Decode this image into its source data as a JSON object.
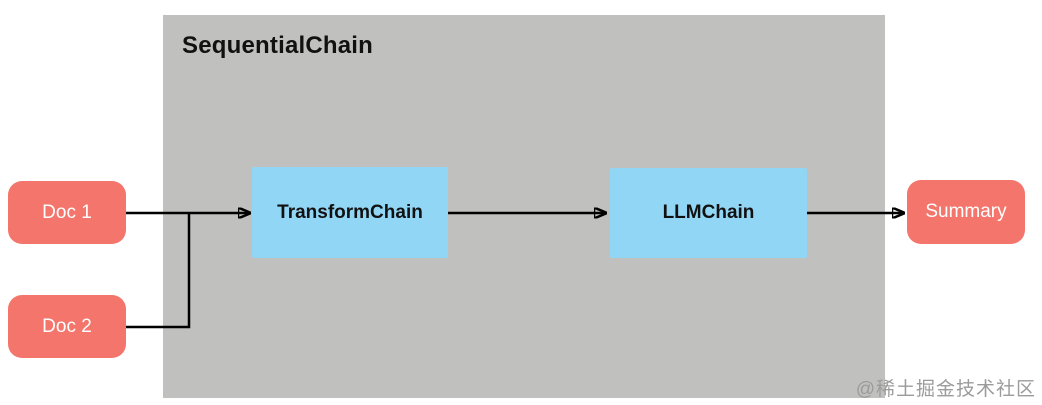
{
  "diagram": {
    "container": {
      "label": "SequentialChain"
    },
    "nodes": [
      {
        "id": "doc1",
        "label": "Doc 1",
        "type": "input"
      },
      {
        "id": "doc2",
        "label": "Doc 2",
        "type": "input"
      },
      {
        "id": "transform",
        "label": "TransformChain",
        "type": "chain"
      },
      {
        "id": "llm",
        "label": "LLMChain",
        "type": "chain"
      },
      {
        "id": "summary",
        "label": "Summary",
        "type": "output"
      }
    ],
    "edges": [
      {
        "from": "doc1",
        "to": "transform"
      },
      {
        "from": "doc2",
        "to": "transform"
      },
      {
        "from": "transform",
        "to": "llm"
      },
      {
        "from": "llm",
        "to": "summary"
      }
    ],
    "colors": {
      "container_bg": "#C0C0BE",
      "io_node_bg": "#F4756B",
      "io_node_text": "#FFFFFF",
      "chain_node_bg": "#92D6F6",
      "chain_node_text": "#111111",
      "arrow": "#000000",
      "title_text": "#111111",
      "watermark_text": "#9B9B9B"
    }
  },
  "watermark": {
    "text": "@稀土掘金技术社区"
  }
}
